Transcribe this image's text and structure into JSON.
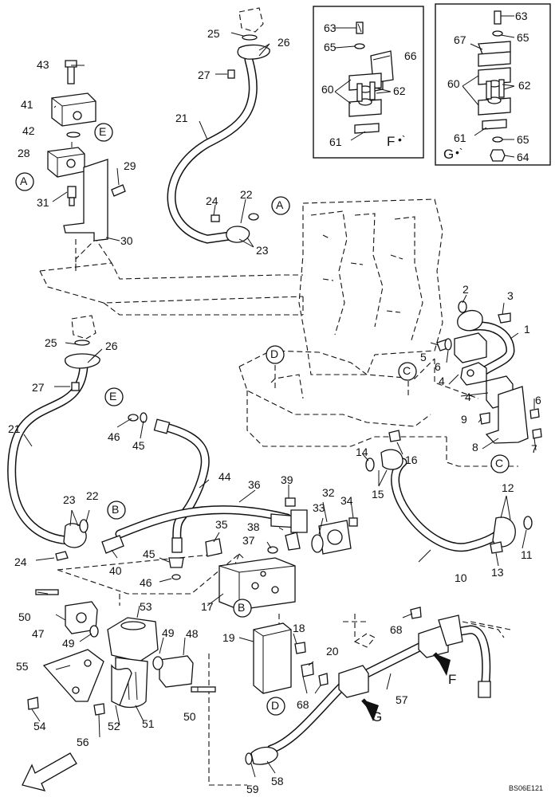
{
  "drawing": {
    "reference": "BS06E121"
  },
  "detail_f": {
    "label": "F"
  },
  "detail_g": {
    "label": "G"
  },
  "callouts": {
    "a": "A",
    "b": "B",
    "c": "C",
    "d": "D",
    "e": "E"
  },
  "arrows": {
    "f": "F",
    "g": "G"
  },
  "part_numbers": {
    "p1": "1",
    "p2": "2",
    "p3": "3",
    "p4": "4",
    "p5": "5",
    "p6": "6",
    "p7": "7",
    "p8": "8",
    "p9": "9",
    "p10": "10",
    "p11": "11",
    "p12": "12",
    "p13": "13",
    "p14": "14",
    "p15": "15",
    "p16": "16",
    "p17": "17",
    "p18": "18",
    "p19": "19",
    "p20": "20",
    "p21": "21",
    "p22": "22",
    "p23": "23",
    "p24": "24",
    "p25": "25",
    "p26": "26",
    "p27": "27",
    "p28": "28",
    "p29": "29",
    "p30": "30",
    "p31": "31",
    "p32": "32",
    "p33": "33",
    "p34": "34",
    "p35": "35",
    "p36": "36",
    "p37": "37",
    "p38": "38",
    "p39": "39",
    "p40": "40",
    "p41": "41",
    "p42": "42",
    "p43": "43",
    "p44": "44",
    "p45": "45",
    "p46": "46",
    "p47": "47",
    "p48": "48",
    "p49": "49",
    "p50": "50",
    "p51": "51",
    "p52": "52",
    "p53": "53",
    "p54": "54",
    "p55": "55",
    "p56": "56",
    "p57": "57",
    "p58": "58",
    "p59": "59",
    "p60": "60",
    "p61": "61",
    "p62": "62",
    "p63": "63",
    "p64": "64",
    "p65": "65",
    "p66": "66",
    "p67": "67",
    "p68": "68"
  }
}
